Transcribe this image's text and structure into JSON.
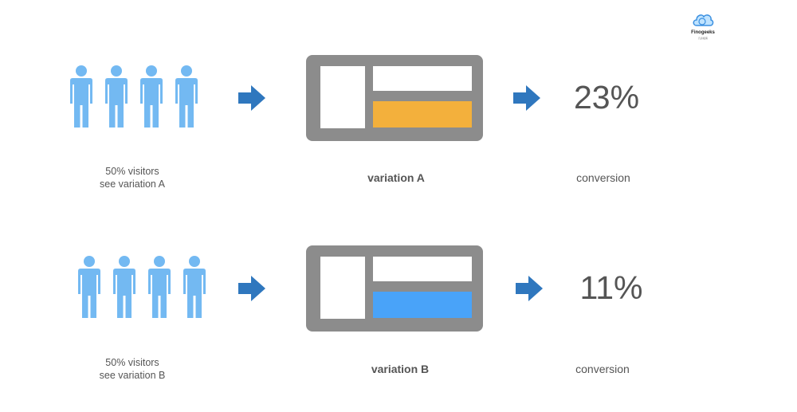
{
  "logo": {
    "text": "Finogeeks",
    "subtext": "凡泰极客",
    "icon": "cloud-logo-icon"
  },
  "colors": {
    "person": "#73b9f2",
    "arrow": "#2f77be",
    "mockup_frame": "#8c8c8c",
    "variation_a_accent": "#f3b03c",
    "variation_b_accent": "#49a3f9"
  },
  "rows": [
    {
      "visitors_caption_line1": "50% visitors",
      "visitors_caption_line2": "see variation A",
      "variation_label": "variation A",
      "conversion_value": "23%",
      "conversion_label": "conversion"
    },
    {
      "visitors_caption_line1": "50% visitors",
      "visitors_caption_line2": "see variation B",
      "variation_label": "variation B",
      "conversion_value": "11%",
      "conversion_label": "conversion"
    }
  ]
}
